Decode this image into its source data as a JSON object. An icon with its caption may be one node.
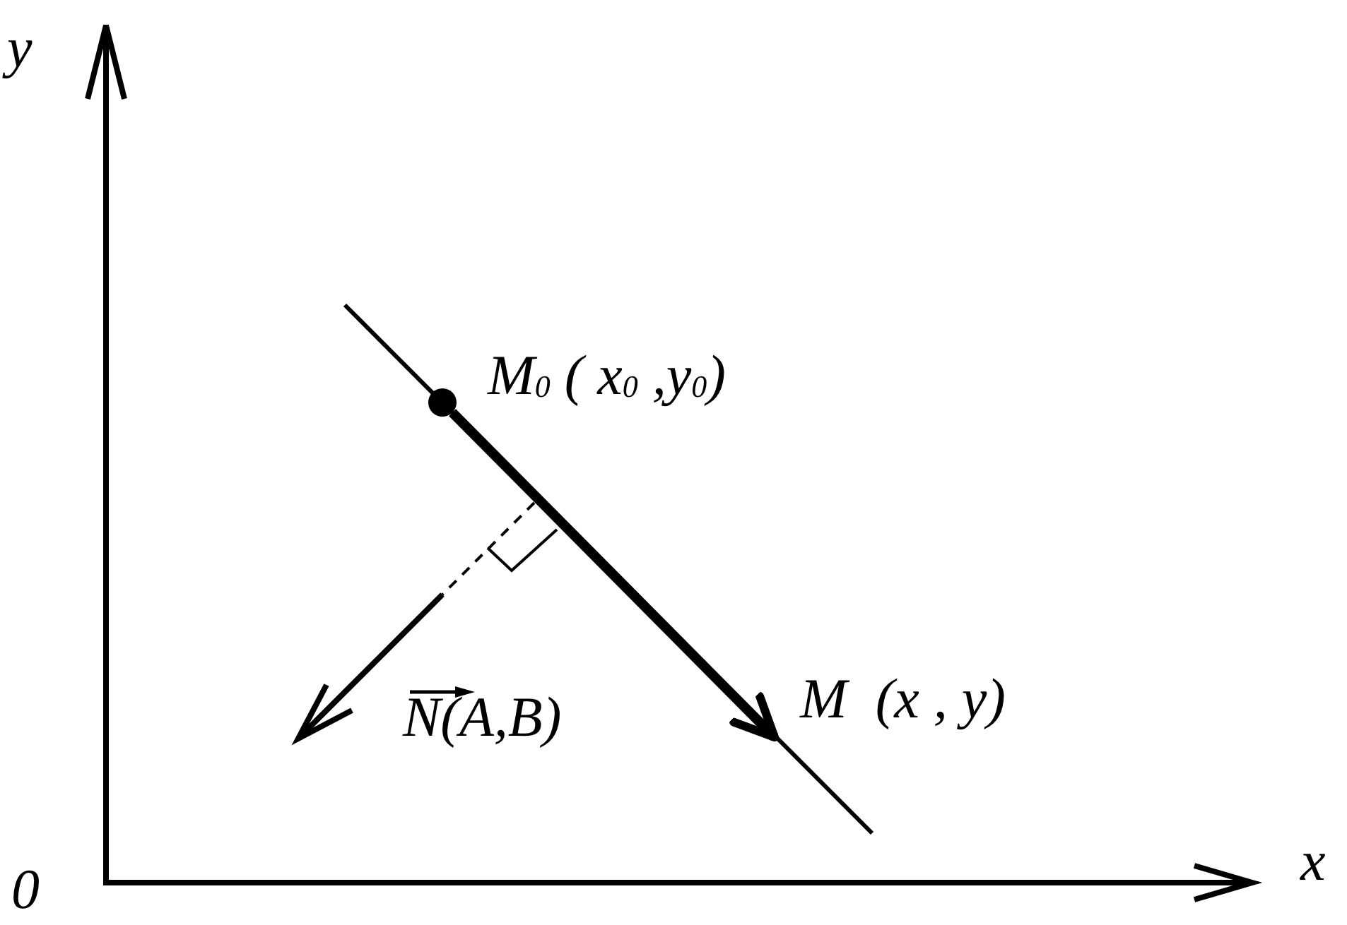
{
  "diagram": {
    "nodes": [
      {
        "text": [],
        "shape": "circle",
        "beside": [
          "M$_{0}$ ( x$_{0}$ ,y$_{0}$)"
        ]
      },
      {
        "text": [
          "M  (x , y)"
        ]
      }
    ],
    "edges": [
      {
        "from": 0,
        "to": 1,
        "arrow": "to"
      }
    ],
    "labels": [
      "y",
      "0",
      "x",
      "N(A,B)"
    ]
  }
}
